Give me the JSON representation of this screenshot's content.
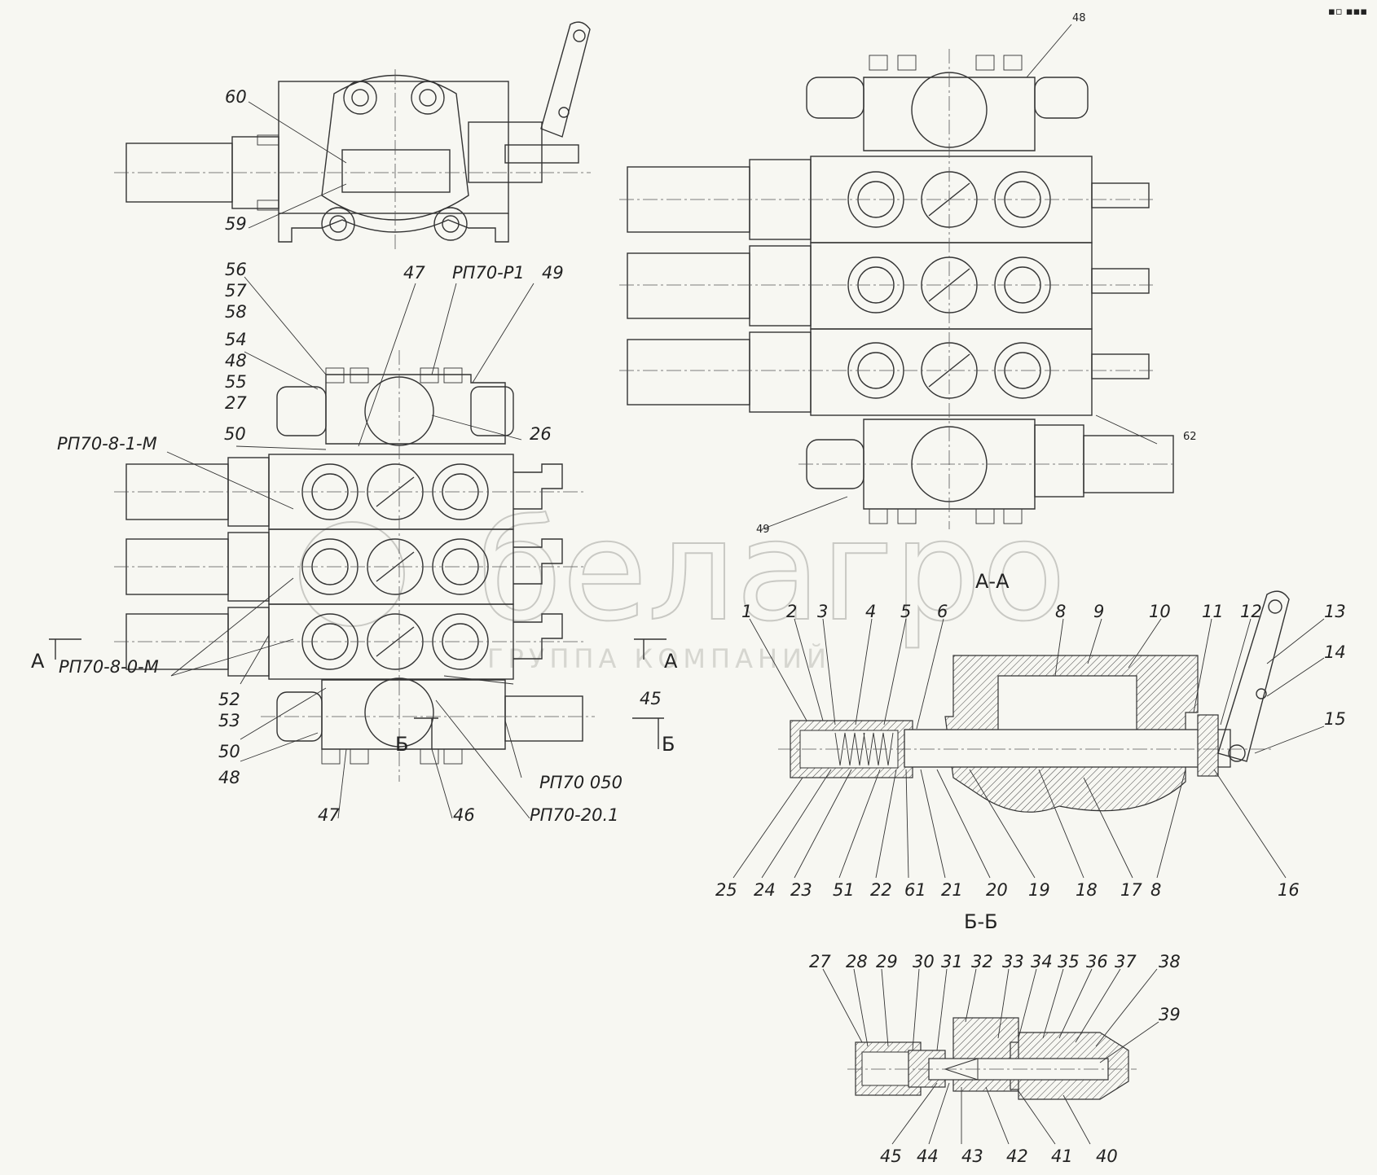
{
  "watermark": {
    "brand": "белагро",
    "subtitle": "ГРУППА КОМПАНИЙ"
  },
  "sections": {
    "a": "А-А",
    "b": "Б-Б",
    "cut_a": "А",
    "cut_b": "Б"
  },
  "top_view_labels": {
    "l60": "60",
    "l59": "59"
  },
  "front_view_labels": {
    "l56": "56",
    "l57": "57",
    "l58": "58",
    "l54": "54",
    "l48a": "48",
    "l55": "55",
    "l27": "27",
    "l47a": "47",
    "rp70p1": "РП70-Р1",
    "l49": "49",
    "l26": "26",
    "l50a": "50",
    "rp70_81m": "РП70-8-1-М",
    "rp70_80m": "РП70-8-0-М",
    "l52": "52",
    "l53": "53",
    "l45": "45",
    "l50b": "50",
    "l48b": "48",
    "rp70_050": "РП70  050",
    "l47b": "47",
    "l46": "46",
    "rp70_201": "РП70-20.1"
  },
  "right_view_labels": {
    "l48": "48",
    "l62": "62",
    "l49": "49"
  },
  "section_a_labels": {
    "top": [
      "1",
      "2",
      "3",
      "4",
      "5",
      "6",
      "8",
      "9",
      "10",
      "11",
      "12",
      "13",
      "14",
      "15"
    ],
    "bottom": [
      "25",
      "24",
      "23",
      "51",
      "22",
      "61",
      "21",
      "20",
      "19",
      "18",
      "17",
      "8",
      "16"
    ]
  },
  "section_b_labels": {
    "top": [
      "27",
      "28",
      "29",
      "30",
      "31",
      "32",
      "33",
      "34",
      "35",
      "36",
      "37",
      "38",
      "39"
    ],
    "bottom": [
      "45",
      "44",
      "43",
      "42",
      "41",
      "40"
    ]
  },
  "corner_mark": "▪▫ ▪▪▪"
}
